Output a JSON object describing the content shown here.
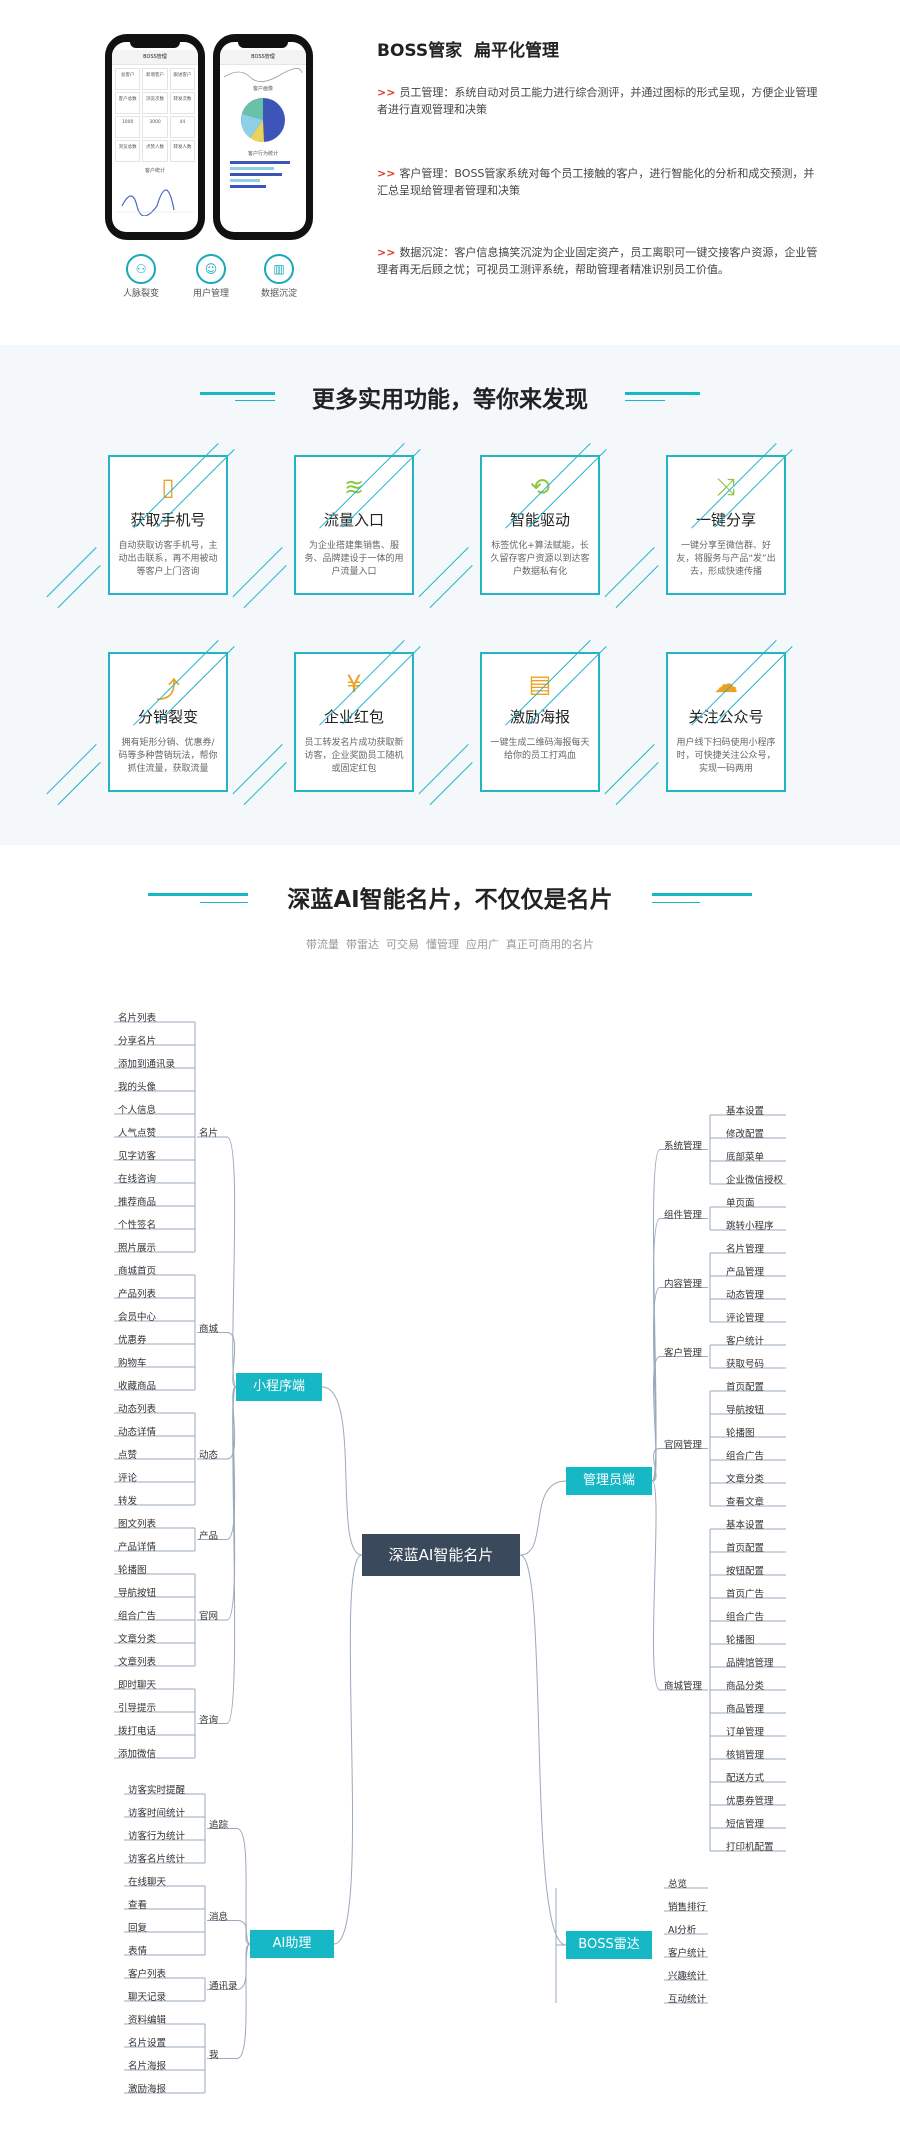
{
  "top": {
    "phone1": {
      "title": "BOSS管理",
      "cells": [
        "总客户",
        "新增客户",
        "跟进客户",
        "客户总数",
        "浏览次数",
        "转发次数",
        "1000",
        "3000",
        "44",
        "浏览总数",
        "点赞人数",
        "转发人数"
      ],
      "chart_label": "客户统计"
    },
    "phone2": {
      "title": "BOSS管理",
      "pie_label": "客户画像",
      "bars_label": "客户行为统计"
    },
    "icons": [
      {
        "icon": "network-icon",
        "label": "人脉裂变"
      },
      {
        "icon": "user-manage-icon",
        "label": "用户管理"
      },
      {
        "icon": "data-chart-icon",
        "label": "数据沉淀"
      }
    ],
    "heading": "BOSS管家  扁平化管理",
    "paragraphs": [
      "员工管理：系统自动对员工能力进行综合测评，并通过图标的形式呈现，方便企业管理者进行直观管理和决策",
      "客户管理：BOSS管家系统对每个员工接触的客户，进行智能化的分析和成交预测，并汇总呈现给管理者管理和决策",
      "数据沉淀：客户信息搞笑沉淀为企业固定资产，员工离职可一键交接客户资源，企业管理者再无后顾之忧；可视员工测评系统，帮助管理者精准识别员工价值。"
    ]
  },
  "features": {
    "title": "更多实用功能，等你来发现",
    "cards": [
      {
        "icon": "phone-icon",
        "title": "获取手机号",
        "desc": "自动获取访客手机号，主动出击联系，再不用被动等客户上门咨询",
        "color": "#f0a020"
      },
      {
        "icon": "layers-icon",
        "title": "流量入口",
        "desc": "为企业搭建集销售、服务、品牌建设于一体的用户流量入口",
        "color": "#8cc63f"
      },
      {
        "icon": "smart-drive-icon",
        "title": "智能驱动",
        "desc": "标签优化+算法赋能，长久留存客户资源以到达客户数据私有化",
        "color": "#8cc63f"
      },
      {
        "icon": "share-icon",
        "title": "一键分享",
        "desc": "一键分享至微信群、好友，将服务与产品“发”出去，形成快速传播",
        "color": "#8cc63f"
      },
      {
        "icon": "growth-icon",
        "title": "分销裂变",
        "desc": "拥有矩形分销、优惠券/码等多种营销玩法，帮你抓住流量，获取流量",
        "color": "#f0a020"
      },
      {
        "icon": "red-packet-icon",
        "title": "企业红包",
        "desc": "员工转发名片成功获取新访客，企业奖励员工随机或固定红包",
        "color": "#f0a020"
      },
      {
        "icon": "poster-icon",
        "title": "激励海报",
        "desc": "一键生成二维码海报每天给你的员工打鸡血",
        "color": "#f0a020"
      },
      {
        "icon": "wechat-icon",
        "title": "关注公众号",
        "desc": "用户线下扫码使用小程序时，可快捷关注公众号，实现一码两用",
        "color": "#f0a020"
      }
    ]
  },
  "mindmap": {
    "title": "深蓝AI智能名片，不仅仅是名片",
    "subtitle": "带流量  带雷达  可交易  懂管理  应用广  真正可商用的名片",
    "root": "深蓝AI智能名片",
    "miniapp": {
      "label": "小程序端",
      "groups": [
        {
          "label": "名片",
          "items": [
            "名片列表",
            "分享名片",
            "添加到通讯录",
            "我的头像",
            "个人信息",
            "人气点赞",
            "见字访客",
            "在线咨询",
            "推荐商品",
            "个性签名",
            "照片展示"
          ]
        },
        {
          "label": "商城",
          "items": [
            "商城首页",
            "产品列表",
            "会员中心",
            "优惠券",
            "购物车",
            "收藏商品"
          ]
        },
        {
          "label": "动态",
          "items": [
            "动态列表",
            "动态详情",
            "点赞",
            "评论",
            "转发"
          ]
        },
        {
          "label": "产品",
          "items": [
            "图文列表",
            "产品详情"
          ]
        },
        {
          "label": "官网",
          "items": [
            "轮播图",
            "导航按钮",
            "组合广告",
            "文章分类",
            "文章列表"
          ]
        },
        {
          "label": "咨询",
          "items": [
            "即时聊天",
            "引导提示",
            "拨打电话",
            "添加微信"
          ]
        }
      ]
    },
    "ai": {
      "label": "AI助理",
      "groups": [
        {
          "label": "追踪",
          "items": [
            "访客实时提醒",
            "访客时间统计",
            "访客行为统计",
            "访客名片统计"
          ]
        },
        {
          "label": "消息",
          "items": [
            "在线聊天",
            "查看",
            "回复",
            "表情"
          ]
        },
        {
          "label": "通讯录",
          "items": [
            "客户列表",
            "聊天记录"
          ]
        },
        {
          "label": "我",
          "items": [
            "资料编辑",
            "名片设置",
            "名片海报",
            "激励海报"
          ]
        }
      ]
    },
    "admin": {
      "label": "管理员端",
      "groups": [
        {
          "label": "系统管理",
          "items": [
            "基本设置",
            "修改配置",
            "底部菜单",
            "企业微信授权"
          ]
        },
        {
          "label": "组件管理",
          "items": [
            "单页面",
            "跳转小程序"
          ]
        },
        {
          "label": "内容管理",
          "items": [
            "名片管理",
            "产品管理",
            "动态管理",
            "评论管理"
          ]
        },
        {
          "label": "客户管理",
          "items": [
            "客户统计",
            "获取号码"
          ]
        },
        {
          "label": "官网管理",
          "items": [
            "首页配置",
            "导航按钮",
            "轮播图",
            "组合广告",
            "文章分类",
            "查看文章"
          ]
        },
        {
          "label": "商城管理",
          "items": [
            "基本设置",
            "首页配置",
            "按钮配置",
            "首页广告",
            "组合广告",
            "轮播图",
            "品牌馆管理",
            "商品分类",
            "商品管理",
            "订单管理",
            "核销管理",
            "配送方式",
            "优惠券管理",
            "短信管理",
            "打印机配置"
          ]
        }
      ]
    },
    "boss": {
      "label": "BOSS雷达",
      "items": [
        "总览",
        "销售排行",
        "AI分析",
        "客户统计",
        "兴趣统计",
        "互动统计"
      ]
    }
  }
}
